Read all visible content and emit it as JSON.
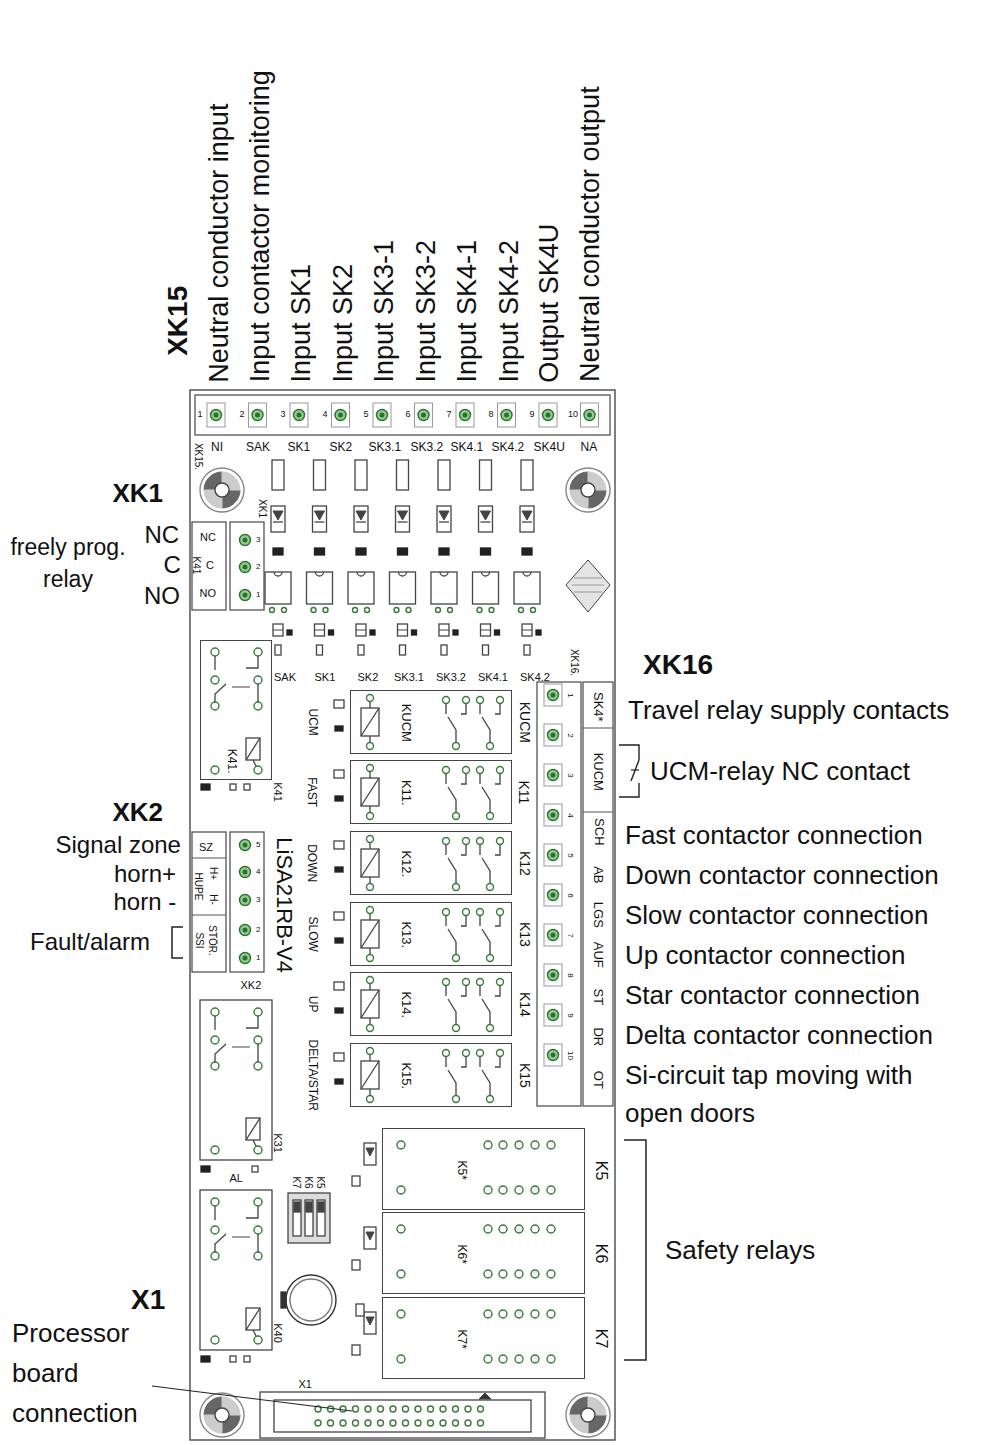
{
  "diagram": {
    "nodes": [
      {
        "text": [
          "K41."
        ]
      },
      {
        "text": [
          "KUCM"
        ]
      },
      {
        "text": [
          "K11."
        ]
      },
      {
        "text": [
          "K12."
        ]
      },
      {
        "text": [
          "K13."
        ]
      },
      {
        "text": [
          "K14."
        ]
      },
      {
        "text": [
          "K15."
        ]
      },
      {
        "text": [
          "K5*"
        ]
      },
      {
        "text": [
          "K6*"
        ]
      },
      {
        "text": [
          "K7*"
        ]
      }
    ],
    "labels": [
      "XK15",
      "Neutral conductor input",
      "Input contactor monitoring",
      "Input SK1",
      "Input SK2",
      "Input SK3-1",
      "Input SK3-2",
      "Input SK4-1",
      "Input SK4-2",
      "Output SK4U",
      "Neutral conductor output",
      "1",
      "2",
      "3",
      "4",
      "5",
      "6",
      "7",
      "8",
      "9",
      "10",
      "NI",
      "SAK",
      "SK1",
      "SK2",
      "SK3.1",
      "SK3.2",
      "SK4.1",
      "SK4.2",
      "SK4U",
      "NA",
      "XK15.",
      "XK1",
      "freely prog. relay",
      "NC",
      "C",
      "NO",
      "NC",
      "C",
      "NO",
      "K41",
      "XK1",
      "3",
      "2",
      "1",
      "K41",
      "XK2",
      "Signal zone",
      "horn+",
      "horn -",
      "Fault/alarm",
      "SZ",
      "H+",
      "H-",
      "HUPE",
      "STÖR.",
      "SSI",
      "5",
      "4",
      "3",
      "2",
      "1",
      "XK2",
      "SAK",
      "SK1",
      "SK2",
      "SK3.1",
      "SK3.2",
      "SK4.1",
      "SK4.2",
      "XK16.",
      "UCM",
      "FAST",
      "DOWN",
      "SLOW",
      "UP",
      "DELTA/STAR",
      "LiSA21RB-V4",
      "KUCM",
      "K11",
      "K12",
      "K13",
      "K14",
      "K15",
      "1",
      "2",
      "3",
      "4",
      "5",
      "6",
      "7",
      "8",
      "9",
      "10",
      "SK4*",
      "KUCM",
      "SCH",
      "AB",
      "LGS",
      "AUF",
      "ST",
      "DR",
      "OT",
      "XK16",
      "Travel relay supply contacts",
      "UCM-relay NC contact",
      "Fast contactor connection",
      "Down contactor connection",
      "Slow contactor connection",
      "Up contactor connection",
      "Star contactor connection",
      "Delta contactor connection",
      "Si-circuit tap moving with open doors",
      "Safety relays",
      "Processor board connection",
      "X1",
      "AL",
      "K31",
      "K40",
      "K7",
      "K6",
      "K5",
      "K5",
      "K6",
      "K7",
      "X1"
    ]
  }
}
